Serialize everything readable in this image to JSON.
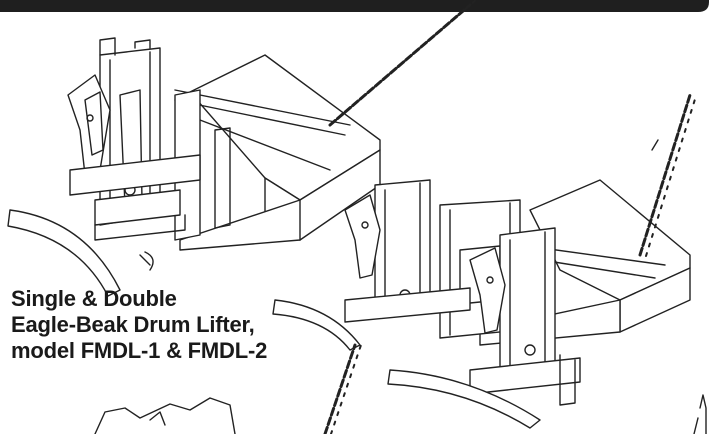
{
  "caption": {
    "lines": [
      "Single & Double",
      "Eagle-Beak Drum Lifter,",
      "model FMDL-1 & FMDL-2"
    ]
  },
  "colors": {
    "header_bar": "#1f1f1f",
    "line_art": "#222222",
    "text": "#1a1a1a",
    "background": "#ffffff"
  }
}
